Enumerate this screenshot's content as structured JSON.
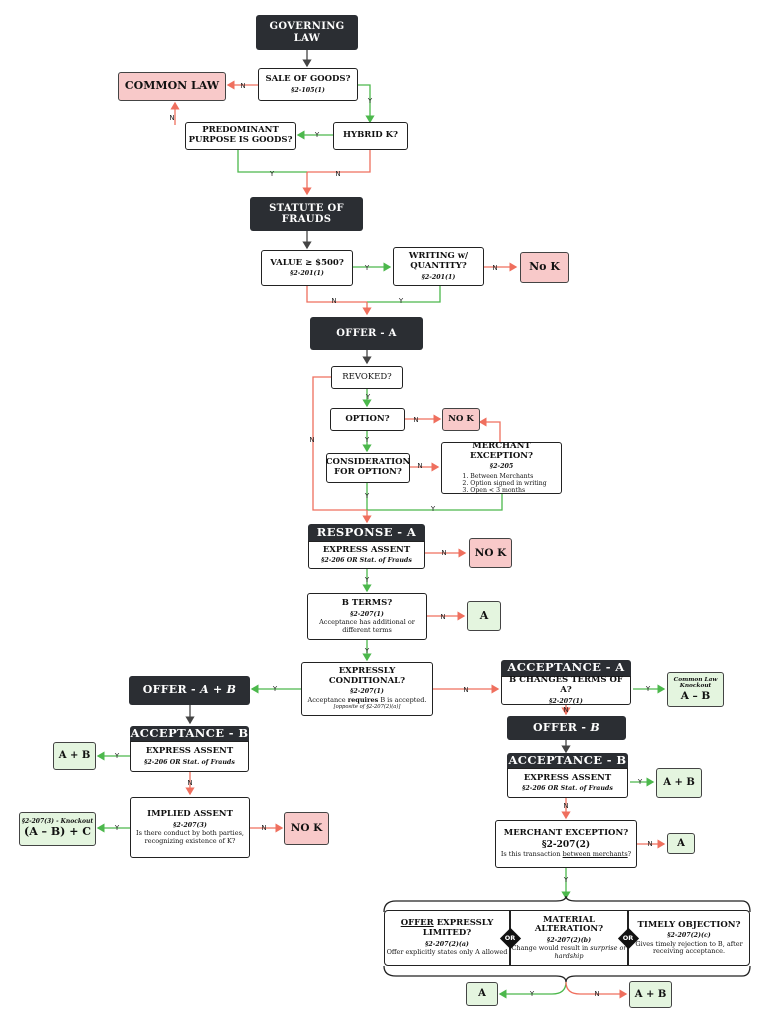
{
  "governing_law": "GOVERNING LAW",
  "common_law": "COMMON LAW",
  "sale_of_goods": {
    "title": "SALE OF GOODS?",
    "cite": "§2-105(1)"
  },
  "hybrid": "HYBRID K?",
  "predominant": "PREDOMINANT PURPOSE IS GOODS?",
  "statute_of_frauds": "STATUTE OF FRAUDS",
  "value": {
    "title": "VALUE ≥ $500?",
    "cite": "§2-201(1)"
  },
  "writing": {
    "title": "WRITING w/ QUANTITY?",
    "cite": "§2-201(1)"
  },
  "no_k": "No K",
  "offer_a": "OFFER - A",
  "revoked": "REVOKED?",
  "option": "OPTION?",
  "no_k_2": "NO K",
  "consideration": "CONSIDERATION FOR OPTION?",
  "merchant_exc_1": {
    "title": "MERCHANT EXCEPTION?",
    "cite": "§2-205",
    "items": [
      "Between Merchants",
      "Option signed in writing",
      "Open < 3 months"
    ]
  },
  "response_a": "RESPONSE - A",
  "express_assent_1": {
    "title": "EXPRESS ASSENT",
    "cite": "§2-206 OR Stat. of Frauds"
  },
  "no_k_3": "NO K",
  "b_terms": {
    "title": "B TERMS?",
    "cite": "§2-207(1)",
    "sub": "Acceptance has additional or different terms"
  },
  "a_1": "A",
  "expressly_conditional": {
    "title": "EXPRESSLY CONDITIONAL?",
    "cite": "§2-207(1)",
    "sub_pre": "Acceptance ",
    "sub_em": "requires",
    "sub_post": " B is accepted.",
    "note": "[opposite of §2-207(2)(a)]"
  },
  "offer_ab": {
    "pre": "OFFER - ",
    "em": "A + B"
  },
  "acceptance_b_1": "ACCEPTANCE - B",
  "express_assent_2": {
    "title": "EXPRESS ASSENT",
    "cite": "§2-206 OR Stat. of Frauds"
  },
  "a_plus_b_1": "A + B",
  "implied_assent": {
    "title": "IMPLIED ASSENT",
    "cite": "§2-207(3)",
    "sub": "Is there conduct by both parties, recognizing existence of K?"
  },
  "no_k_4": "NO K",
  "knockout_1": {
    "cite": "§2-207(3) - Knockout",
    "formula": "(A – B) + C"
  },
  "acceptance_a": "ACCEPTANCE - A",
  "b_changes": {
    "title": "B CHANGES TERMS OF A?",
    "cite": "§2-207(1)"
  },
  "knockout_2": {
    "cite": "Common Law Knockout",
    "formula": "A – B"
  },
  "offer_b": {
    "pre": "OFFER - ",
    "em": "B"
  },
  "acceptance_b_2": "ACCEPTANCE - B",
  "express_assent_3": {
    "title": "EXPRESS ASSENT",
    "cite": "§2-206 OR Stat. of Frauds"
  },
  "a_plus_b_2": "A + B",
  "merchant_exc_2": {
    "title": "MERCHANT EXCEPTION?",
    "cite": "§2-207(2)",
    "sub_pre": "Is this transaction ",
    "sub_u": "between merchants",
    "sub_post": "?"
  },
  "a_2": "A",
  "offer_limited": {
    "title_u": "OFFER",
    "title_rest": " EXPRESSLY LIMITED?",
    "cite": "§2-207(2)(a)",
    "sub": "Offer explicitly states only A allowed"
  },
  "material_alt": {
    "title": "MATERIAL ALTERATION?",
    "cite": "§2-207(2)(b)",
    "sub_pre": "Change would result in ",
    "sub_em": "surprise or hardship"
  },
  "timely_obj": {
    "title": "TIMELY OBJECTION?",
    "cite": "§2-207(2)(c)",
    "sub": "Gives timely rejection to B, after receiving acceptance."
  },
  "or": "OR",
  "a_3": "A",
  "a_plus_b_3": "A + B",
  "y": "Y",
  "n": "N",
  "colors": {
    "dark": "#2b2e33",
    "red_fill": "#f8c9c9",
    "green_fill": "#e4f5df",
    "yes_line": "#4cb84c",
    "no_line": "#ef6f5e"
  }
}
